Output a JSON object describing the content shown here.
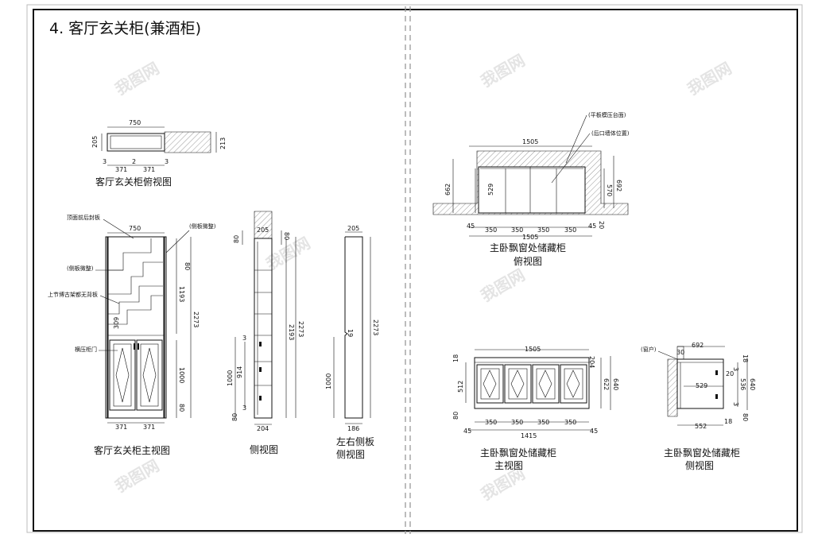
{
  "title": "4. 客厅玄关柜(兼酒柜)",
  "watermark": "我图网",
  "left": {
    "top_view": {
      "caption": "客厅玄关柜俯视图",
      "dims": [
        "750",
        "205",
        "213",
        "3",
        "2",
        "3",
        "371",
        "371"
      ]
    },
    "front_view": {
      "caption": "客厅玄关柜主视图",
      "notes": [
        "顶面前后封板",
        "(侧板微整)",
        "(侧板微整)",
        "上节博古架都无背板",
        "横压柜门"
      ],
      "dims": [
        "750",
        "80",
        "1193",
        "2273",
        "309",
        "1000",
        "80",
        "371",
        "371"
      ]
    },
    "side_view": {
      "caption": "侧视图",
      "dims": [
        "205",
        "80",
        "80",
        "2193",
        "2273",
        "1000",
        "914",
        "3",
        "80",
        "3",
        "204"
      ]
    },
    "side_panel": {
      "caption": [
        "左右侧板",
        "侧视图"
      ],
      "dims": [
        "205",
        "19",
        "2273",
        "1000",
        "186"
      ]
    }
  },
  "right": {
    "bay_top": {
      "caption": [
        "主卧飘窗处储藏柜",
        "俯视图"
      ],
      "notes": [
        "(平板模压台面)",
        "(后口墙体位置)"
      ],
      "dims": [
        "1505",
        "662",
        "529",
        "570",
        "692",
        "20",
        "45",
        "350",
        "350",
        "350",
        "350",
        "45",
        "1505"
      ]
    },
    "bay_front": {
      "caption": [
        "主卧飘窗处储藏柜",
        "主视图"
      ],
      "dims": [
        "1505",
        "18",
        "512",
        "622",
        "640",
        "204",
        "80",
        "350",
        "350",
        "350",
        "350",
        "45",
        "1415",
        "45"
      ]
    },
    "bay_side": {
      "caption": [
        "主卧飘窗处储藏柜",
        "侧视图"
      ],
      "notes": [
        "(窗户)"
      ],
      "dims": [
        "692",
        "30",
        "18",
        "20",
        "3",
        "529",
        "536",
        "640",
        "3",
        "552",
        "18",
        "80"
      ]
    }
  },
  "colors": {
    "line": "#111111",
    "frame": "#111111",
    "divider": "#999999",
    "watermark": "#e4e4e4"
  }
}
